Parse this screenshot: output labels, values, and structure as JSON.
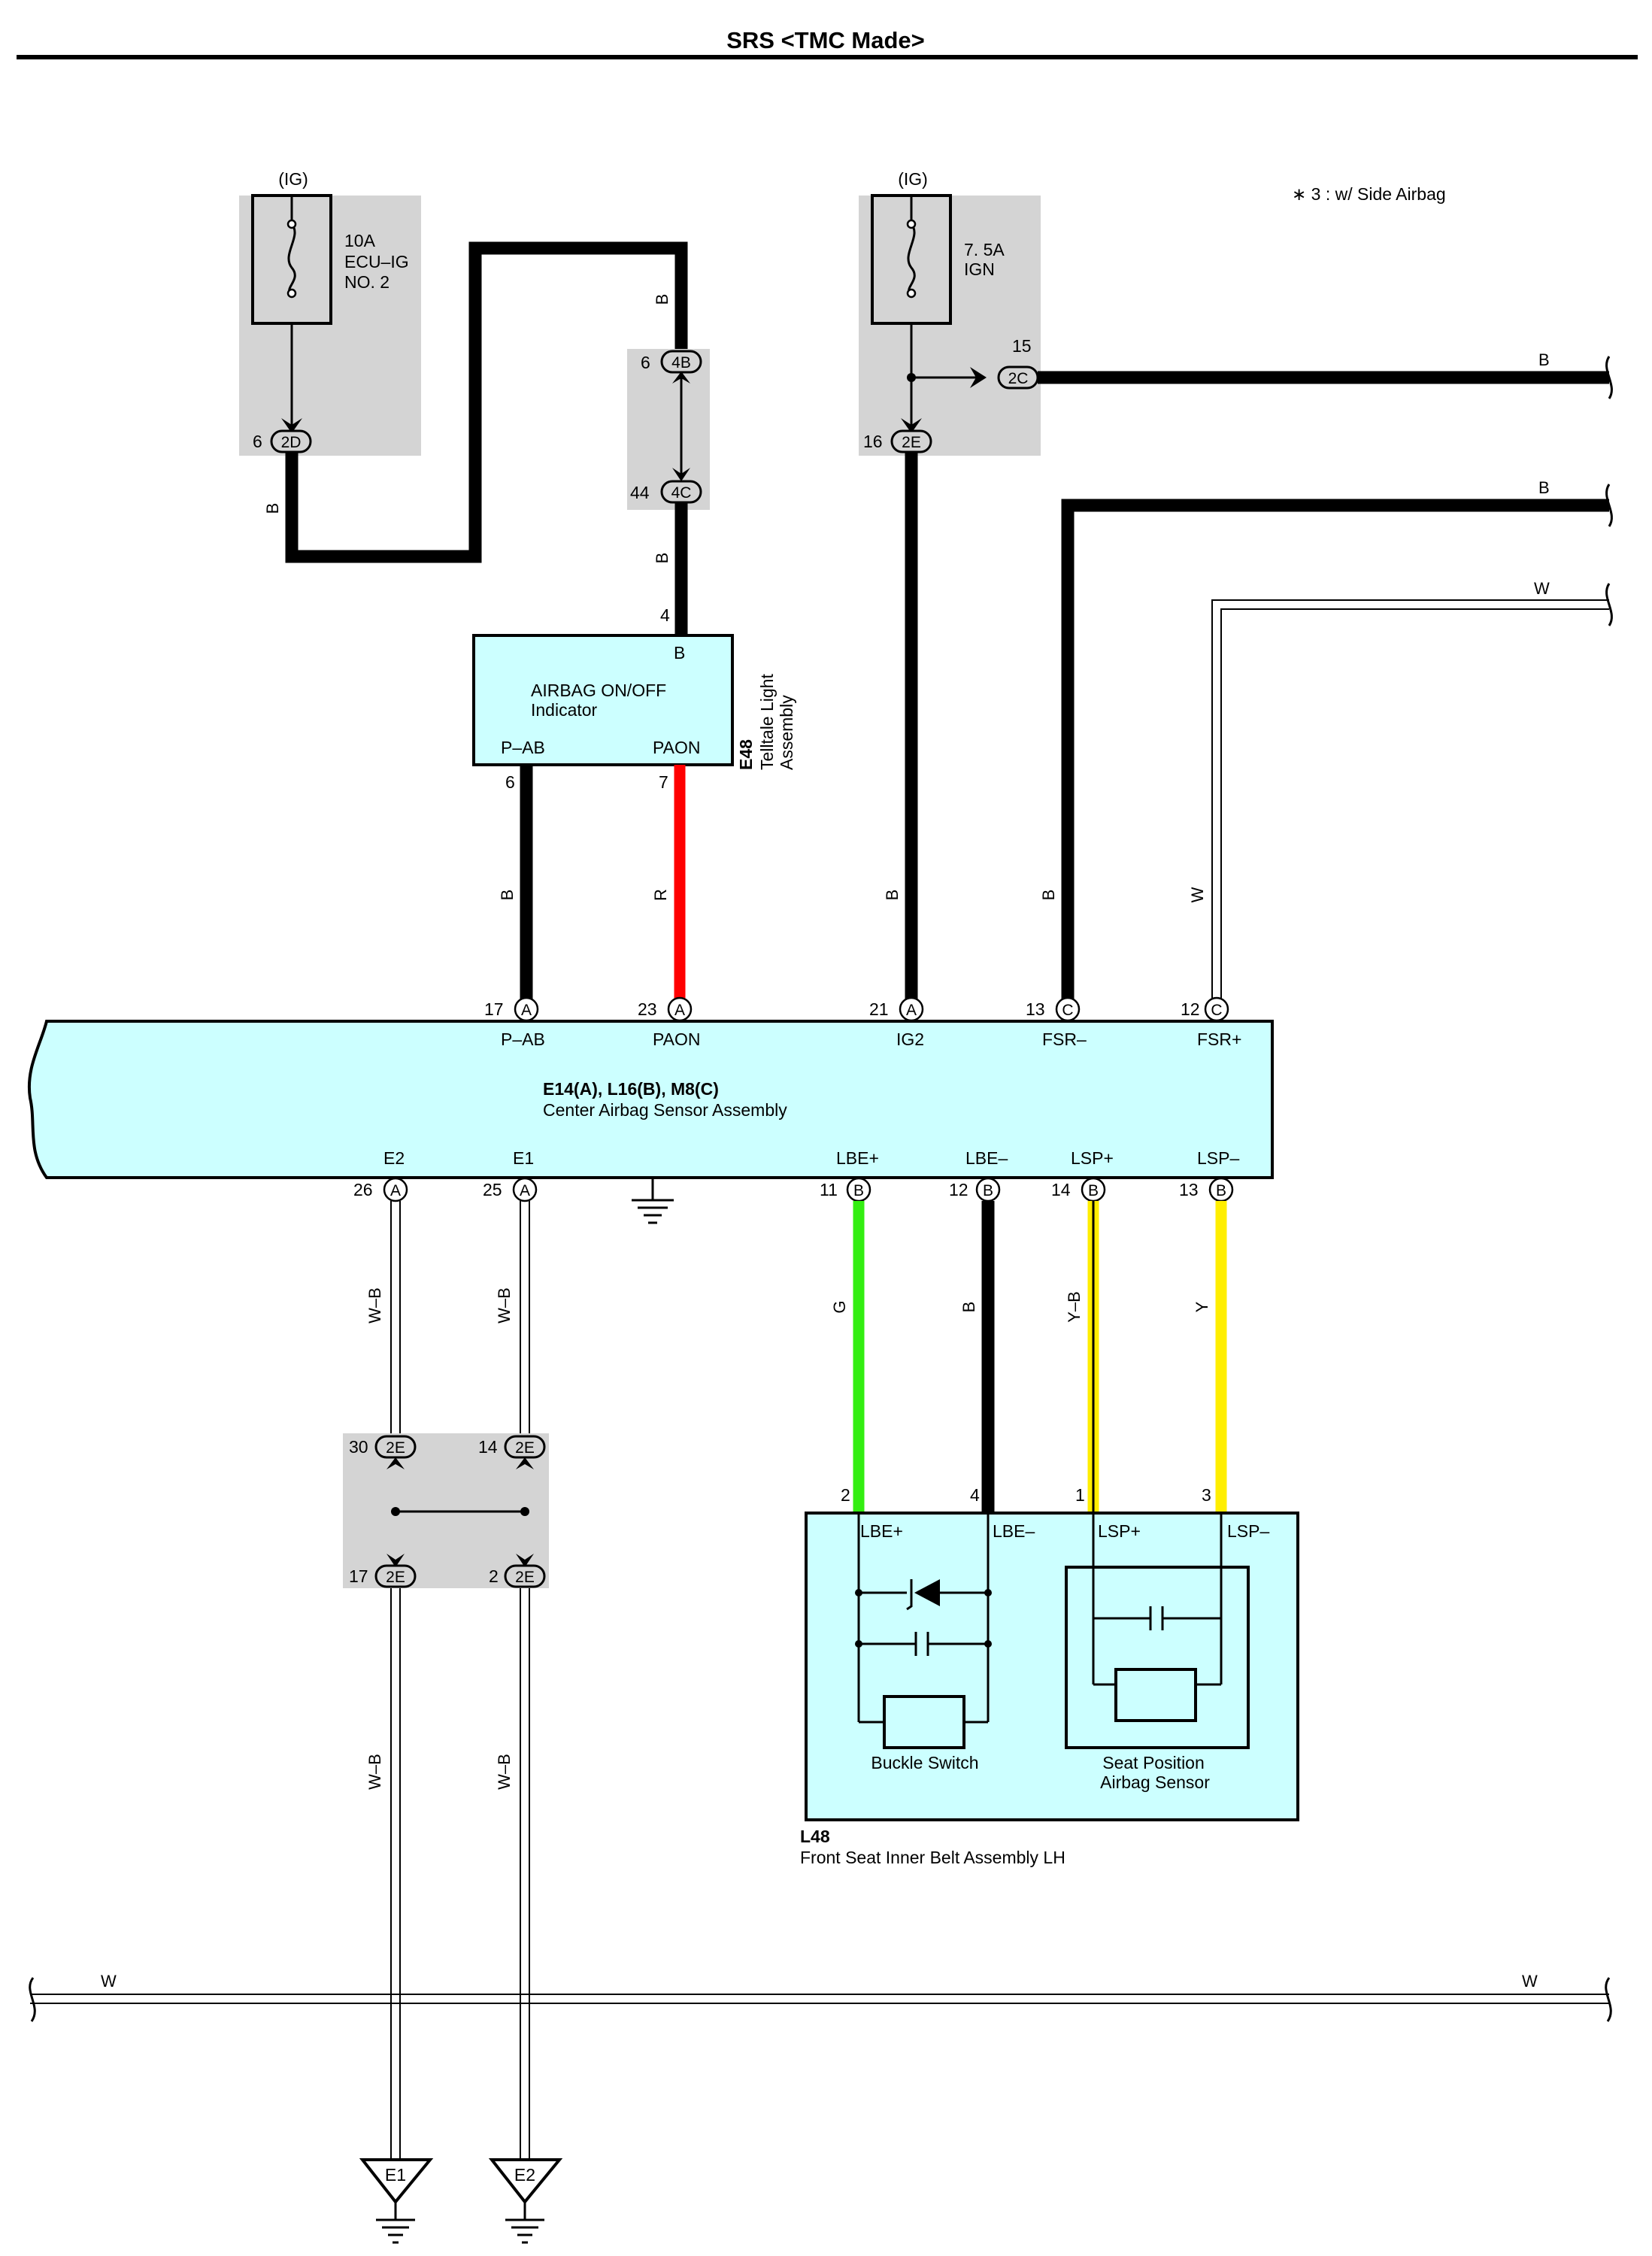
{
  "page_title": "SRS <TMC Made>",
  "note": "∗ 3 : w/ Side Airbag",
  "fuses": {
    "left": {
      "source": "(IG)",
      "line1": "10A",
      "line2": "ECU–IG",
      "line3": "NO. 2",
      "conn_pin": "6",
      "conn_id": "2D"
    },
    "right": {
      "source": "(IG)",
      "line1": "7. 5A",
      "line2": "IGN",
      "out_pin": "15",
      "out_conn": "2C",
      "conn_pin": "16",
      "conn_id": "2E"
    }
  },
  "junction_top": {
    "upper_pin": "6",
    "upper_conn": "4B",
    "lower_pin": "44",
    "lower_conn": "4C"
  },
  "indicator": {
    "label1": "AIRBAG ON/OFF",
    "label2": "Indicator",
    "code": "E48",
    "name1": "Telltale Light",
    "name2": "Assembly",
    "top_pin": "4",
    "top_term": "B",
    "pin_left_name": "P–AB",
    "pin_left_num": "6",
    "pin_right_name": "PAON",
    "pin_right_num": "7"
  },
  "ecu": {
    "codes": "E14(A), L16(B), M8(C)",
    "name": "Center Airbag Sensor Assembly",
    "top_pins": [
      {
        "num": "17",
        "conn": "A",
        "term": "P–AB"
      },
      {
        "num": "23",
        "conn": "A",
        "term": "PAON"
      },
      {
        "num": "21",
        "conn": "A",
        "term": "IG2"
      },
      {
        "num": "13",
        "conn": "C",
        "term": "FSR–"
      },
      {
        "num": "12",
        "conn": "C",
        "term": "FSR+"
      }
    ],
    "bottom_pins": [
      {
        "num": "26",
        "conn": "A",
        "term": "E2"
      },
      {
        "num": "25",
        "conn": "A",
        "term": "E1"
      },
      {
        "num": "11",
        "conn": "B",
        "term": "LBE+"
      },
      {
        "num": "12",
        "conn": "B",
        "term": "LBE–"
      },
      {
        "num": "14",
        "conn": "B",
        "term": "LSP+"
      },
      {
        "num": "13",
        "conn": "B",
        "term": "LSP–"
      }
    ]
  },
  "wire_colors": {
    "b": "B",
    "r": "R",
    "w": "W",
    "wb": "W–B",
    "g": "G",
    "yb": "Y–B",
    "y": "Y"
  },
  "junction_bottom": {
    "left_top_pin": "30",
    "left_top_conn": "2E",
    "right_top_pin": "14",
    "right_top_conn": "2E",
    "left_bot_pin": "17",
    "left_bot_conn": "2E",
    "right_bot_pin": "2",
    "right_bot_conn": "2E"
  },
  "belt": {
    "code": "L48",
    "name": "Front Seat Inner Belt Assembly LH",
    "pins": [
      "2",
      "4",
      "1",
      "3"
    ],
    "terms": [
      "LBE+",
      "LBE–",
      "LSP+",
      "LSP–"
    ],
    "buckle_label": "Buckle Switch",
    "sensor_label1": "Seat Position",
    "sensor_label2": "Airbag Sensor"
  },
  "grounds": [
    "E1",
    "E2"
  ],
  "colors": {
    "box_fill": "#ccffff",
    "connector_grey": "#d4d4d4",
    "wire_red": "#ff0000",
    "wire_green": "#33ee11",
    "wire_yellow": "#ffee00"
  }
}
